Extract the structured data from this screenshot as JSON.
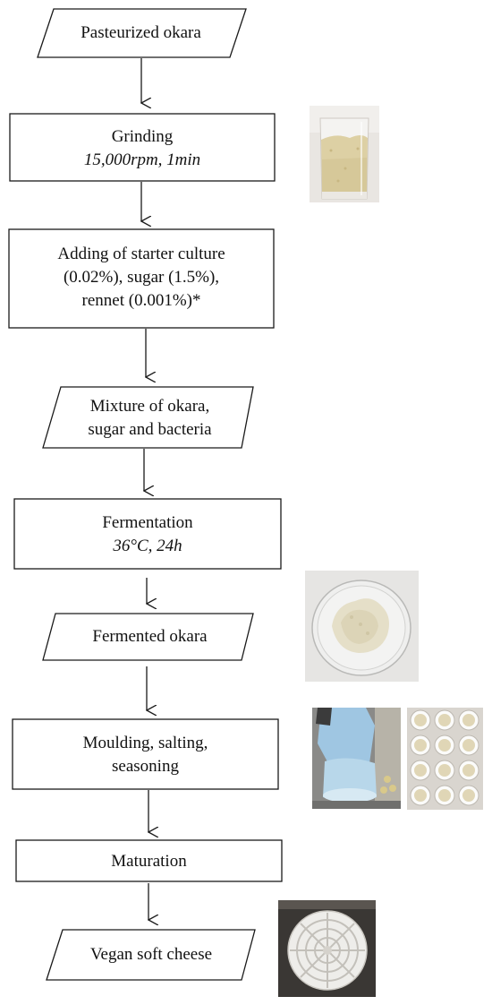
{
  "steps": {
    "pasteurized": {
      "label": "Pasteurized okara"
    },
    "grinding": {
      "label": "Grinding",
      "detail": "15,000rpm, 1min"
    },
    "adding": {
      "line1": "Adding of starter culture",
      "line2": "(0.02%), sugar (1.5%),",
      "line3": "rennet (0.001%)*"
    },
    "mixture": {
      "line1": "Mixture of okara,",
      "line2": "sugar and bacteria"
    },
    "fermentation": {
      "label": "Fermentation",
      "detail": "36°C, 24h"
    },
    "fermented": {
      "label": "Fermented okara"
    },
    "moulding": {
      "line1": "Moulding, salting,",
      "line2": "seasoning"
    },
    "maturation": {
      "label": "Maturation"
    },
    "vegan": {
      "label": "Vegan soft cheese"
    }
  },
  "colors": {
    "stroke": "#1a1a1a",
    "text": "#111111"
  }
}
